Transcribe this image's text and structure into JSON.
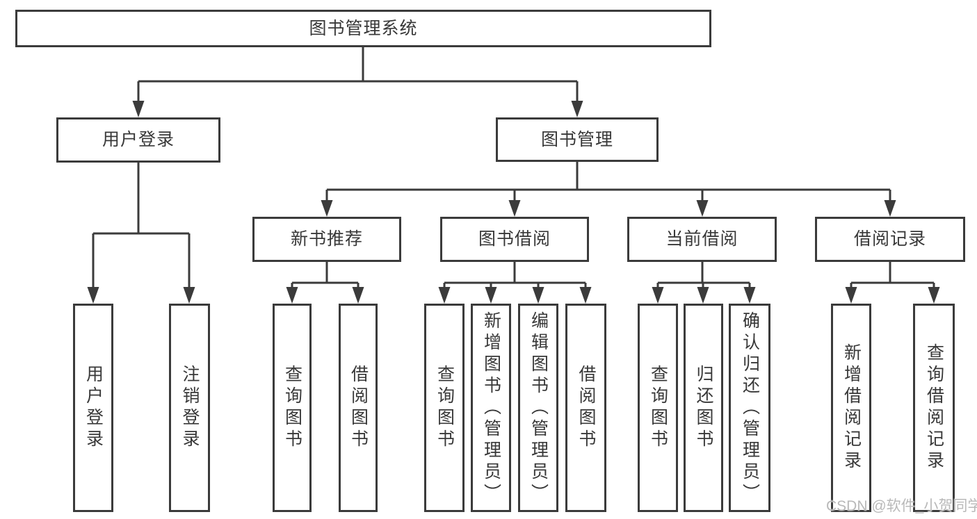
{
  "diagram": {
    "root": {
      "label": "图书管理系统"
    },
    "branches": [
      {
        "label": "用户登录",
        "children": [
          {
            "label": "用户登录"
          },
          {
            "label": "注销登录"
          }
        ]
      },
      {
        "label": "图书管理",
        "children": [
          {
            "label": "新书推荐",
            "children": [
              {
                "label": "查询图书"
              },
              {
                "label": "借阅图书"
              }
            ]
          },
          {
            "label": "图书借阅",
            "children": [
              {
                "label": "查询图书"
              },
              {
                "label": "新增图书（管理员）"
              },
              {
                "label": "编辑图书（管理员）"
              },
              {
                "label": "借阅图书"
              }
            ]
          },
          {
            "label": "当前借阅",
            "children": [
              {
                "label": "查询图书"
              },
              {
                "label": "归还图书"
              },
              {
                "label": "确认归还（管理员）"
              }
            ]
          },
          {
            "label": "借阅记录",
            "children": [
              {
                "label": "新增借阅记录"
              },
              {
                "label": "查询借阅记录"
              }
            ]
          }
        ]
      }
    ],
    "watermark": "CSDN @软件_小贺同学"
  },
  "colors": {
    "line": "#3b3b3b",
    "text": "#383838",
    "watermark": "#b9b9b9"
  }
}
